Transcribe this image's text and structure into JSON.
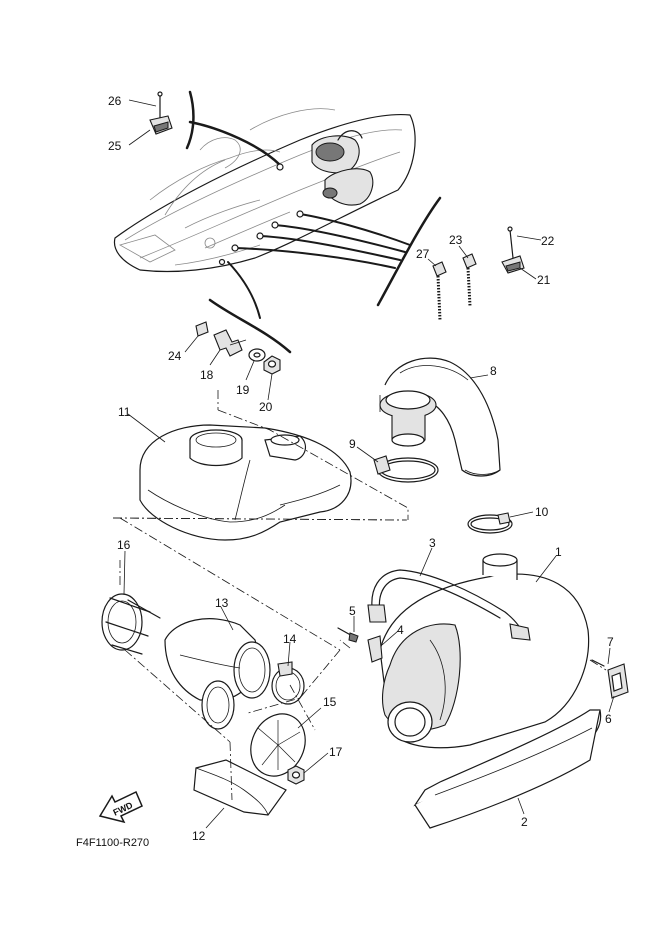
{
  "drawing_code": "F4F1100-R270",
  "fwd_label": "FWD",
  "parts": [
    {
      "id": "part-1",
      "label": "1"
    },
    {
      "id": "part-2",
      "label": "2"
    },
    {
      "id": "part-3",
      "label": "3"
    },
    {
      "id": "part-4",
      "label": "4"
    },
    {
      "id": "part-5",
      "label": "5"
    },
    {
      "id": "part-6",
      "label": "6"
    },
    {
      "id": "part-7",
      "label": "7"
    },
    {
      "id": "part-8",
      "label": "8"
    },
    {
      "id": "part-9",
      "label": "9"
    },
    {
      "id": "part-10",
      "label": "10"
    },
    {
      "id": "part-11",
      "label": "11"
    },
    {
      "id": "part-12",
      "label": "12"
    },
    {
      "id": "part-13",
      "label": "13"
    },
    {
      "id": "part-14",
      "label": "14"
    },
    {
      "id": "part-15",
      "label": "15"
    },
    {
      "id": "part-16",
      "label": "16"
    },
    {
      "id": "part-17",
      "label": "17"
    },
    {
      "id": "part-18",
      "label": "18"
    },
    {
      "id": "part-19",
      "label": "19"
    },
    {
      "id": "part-20",
      "label": "20"
    },
    {
      "id": "part-21",
      "label": "21"
    },
    {
      "id": "part-22",
      "label": "22"
    },
    {
      "id": "part-23",
      "label": "23"
    },
    {
      "id": "part-24",
      "label": "24"
    },
    {
      "id": "part-25",
      "label": "25"
    },
    {
      "id": "part-26",
      "label": "26"
    },
    {
      "id": "part-27",
      "label": "27"
    }
  ]
}
